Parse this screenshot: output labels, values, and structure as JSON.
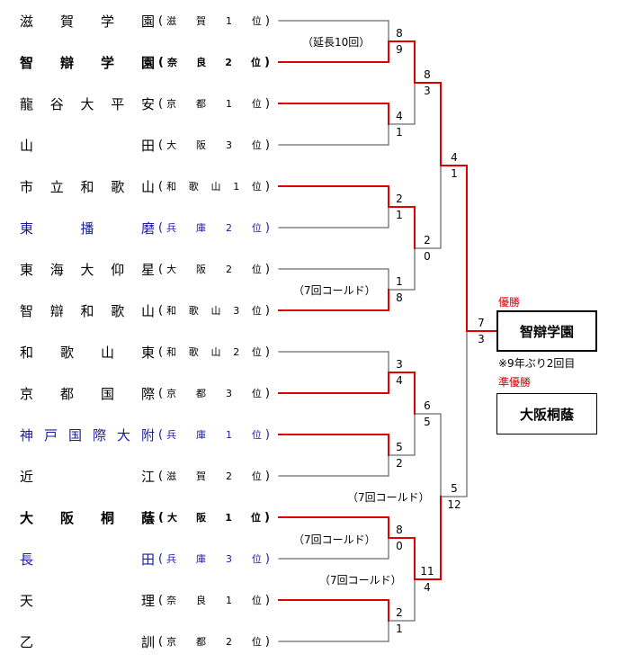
{
  "teams": [
    {
      "name": "滋賀学園",
      "pref": "滋賀",
      "pos": "1",
      "bold": false,
      "color": "black"
    },
    {
      "name": "智辯学園",
      "pref": "奈良",
      "pos": "2",
      "bold": true,
      "color": "black"
    },
    {
      "name": "龍谷大平安",
      "pref": "京都",
      "pos": "1",
      "bold": false,
      "color": "black"
    },
    {
      "name": "山田",
      "pref": "大阪",
      "pos": "3",
      "bold": false,
      "color": "black"
    },
    {
      "name": "市立和歌山",
      "pref": "和歌山",
      "pos": "1",
      "bold": false,
      "color": "black"
    },
    {
      "name": "東播磨",
      "pref": "兵庫",
      "pos": "2",
      "bold": false,
      "color": "blue"
    },
    {
      "name": "東海大仰星",
      "pref": "大阪",
      "pos": "2",
      "bold": false,
      "color": "black"
    },
    {
      "name": "智辯和歌山",
      "pref": "和歌山",
      "pos": "3",
      "bold": false,
      "color": "black"
    },
    {
      "name": "和歌山東",
      "pref": "和歌山",
      "pos": "2",
      "bold": false,
      "color": "black"
    },
    {
      "name": "京都国際",
      "pref": "京都",
      "pos": "3",
      "bold": false,
      "color": "black"
    },
    {
      "name": "神戸国際大附",
      "pref": "兵庫",
      "pos": "1",
      "bold": false,
      "color": "blue"
    },
    {
      "name": "近江",
      "pref": "滋賀",
      "pos": "2",
      "bold": false,
      "color": "black"
    },
    {
      "name": "大阪桐蔭",
      "pref": "大阪",
      "pos": "1",
      "bold": true,
      "color": "black"
    },
    {
      "name": "長田",
      "pref": "兵庫",
      "pos": "3",
      "bold": false,
      "color": "blue"
    },
    {
      "name": "天理",
      "pref": "奈良",
      "pos": "1",
      "bold": false,
      "color": "black"
    },
    {
      "name": "乙訓",
      "pref": "京都",
      "pos": "2",
      "bold": false,
      "color": "black"
    }
  ],
  "position_suffix": "位",
  "round1_scores": [
    "8",
    "9",
    "4",
    "1",
    "2",
    "1",
    "1",
    "8",
    "3",
    "4",
    "5",
    "2",
    "8",
    "0",
    "2",
    "1"
  ],
  "round2_scores": [
    "8",
    "3",
    "2",
    "0",
    "6",
    "5",
    "11",
    "4"
  ],
  "semi_scores": [
    "4",
    "1",
    "5",
    "12"
  ],
  "final_scores": [
    "7",
    "3"
  ],
  "notes": [
    "（延長10回）",
    "（7回コールド）",
    "（7回コールド）",
    "（7回コールド）",
    "（7回コールド）"
  ],
  "champion": {
    "label": "優勝",
    "name": "智辯学園",
    "note": "※9年ぶり2回目"
  },
  "runner_up": {
    "label": "準優勝",
    "name": "大阪桐蔭"
  },
  "colors": {
    "win_line": "#e00000",
    "lose_line": "#444444",
    "blue_team": "#1a1aa0",
    "label_red": "#d40000"
  }
}
